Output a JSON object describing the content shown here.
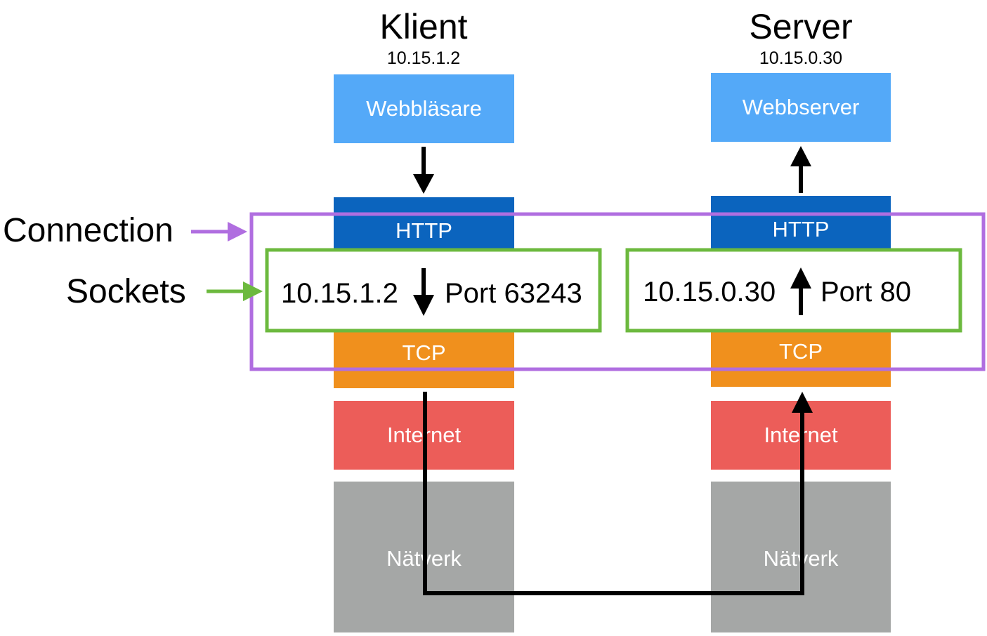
{
  "client": {
    "title": "Klient",
    "ip": "10.15.1.2",
    "layers": {
      "app": "Webbläsare",
      "http": "HTTP",
      "tcp": "TCP",
      "internet": "Internet",
      "network": "Nätverk"
    },
    "socket": {
      "ip": "10.15.1.2",
      "port": "Port 63243"
    }
  },
  "server": {
    "title": "Server",
    "ip": "10.15.0.30",
    "layers": {
      "app": "Webbserver",
      "http": "HTTP",
      "tcp": "TCP",
      "internet": "Internet",
      "network": "Nätverk"
    },
    "socket": {
      "ip": "10.15.0.30",
      "port": "Port 80"
    }
  },
  "labels": {
    "connection": "Connection",
    "sockets": "Sockets"
  },
  "colors": {
    "app": "#54a9f8",
    "http": "#0b64be",
    "tcp": "#f0901d",
    "internet": "#ec5d59",
    "network": "#a5a7a6",
    "connection_frame": "#b06ee0",
    "socket_frame": "#6cb93e",
    "arrow": "#000000"
  }
}
